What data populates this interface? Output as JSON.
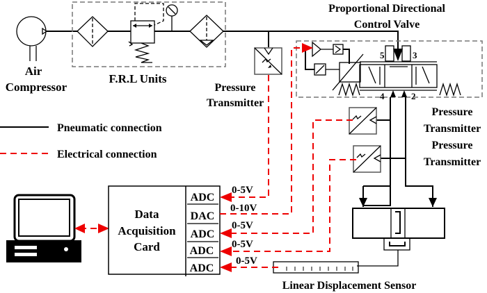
{
  "labels": {
    "air_compressor_line1": "Air",
    "air_compressor_line2": "Compressor",
    "frl_units": "F.R.L Units",
    "valve_line1": "Proportional Directional",
    "valve_line2": "Control Valve",
    "pt1_line1": "Pressure",
    "pt1_line2": "Transmitter",
    "pt2_line1": "Pressure",
    "pt2_line2": "Transmitter",
    "pt3_line1": "Pressure",
    "pt3_line2": "Transmitter",
    "daq_line1": "Data",
    "daq_line2": "Acquisition",
    "daq_line3": "Card",
    "linear_sensor": "Linear Displacement Sensor",
    "valve_port_5": "5",
    "valve_port_3": "3",
    "valve_port_4": "4",
    "valve_port_2": "2"
  },
  "legend": [
    {
      "label": "Pneumatic connection",
      "style": "solid",
      "color": "#000000"
    },
    {
      "label": "Electrical connection",
      "style": "dashed",
      "color": "#ee0000"
    }
  ],
  "channels": [
    {
      "type": "ADC",
      "signal": "0-5V",
      "source": "Pressure Transmitter (supply)"
    },
    {
      "type": "DAC",
      "signal": "0-10V",
      "source": "Proportional Directional Control Valve"
    },
    {
      "type": "ADC",
      "signal": "0-5V",
      "source": "Pressure Transmitter (port 4)"
    },
    {
      "type": "ADC",
      "signal": "0-5V",
      "source": "Pressure Transmitter (port 2)"
    },
    {
      "type": "ADC",
      "signal": "0-5V",
      "source": "Linear Displacement Sensor"
    }
  ],
  "colors": {
    "pneumatic": "#000000",
    "electrical": "#ee0000",
    "group_border": "#777777"
  }
}
